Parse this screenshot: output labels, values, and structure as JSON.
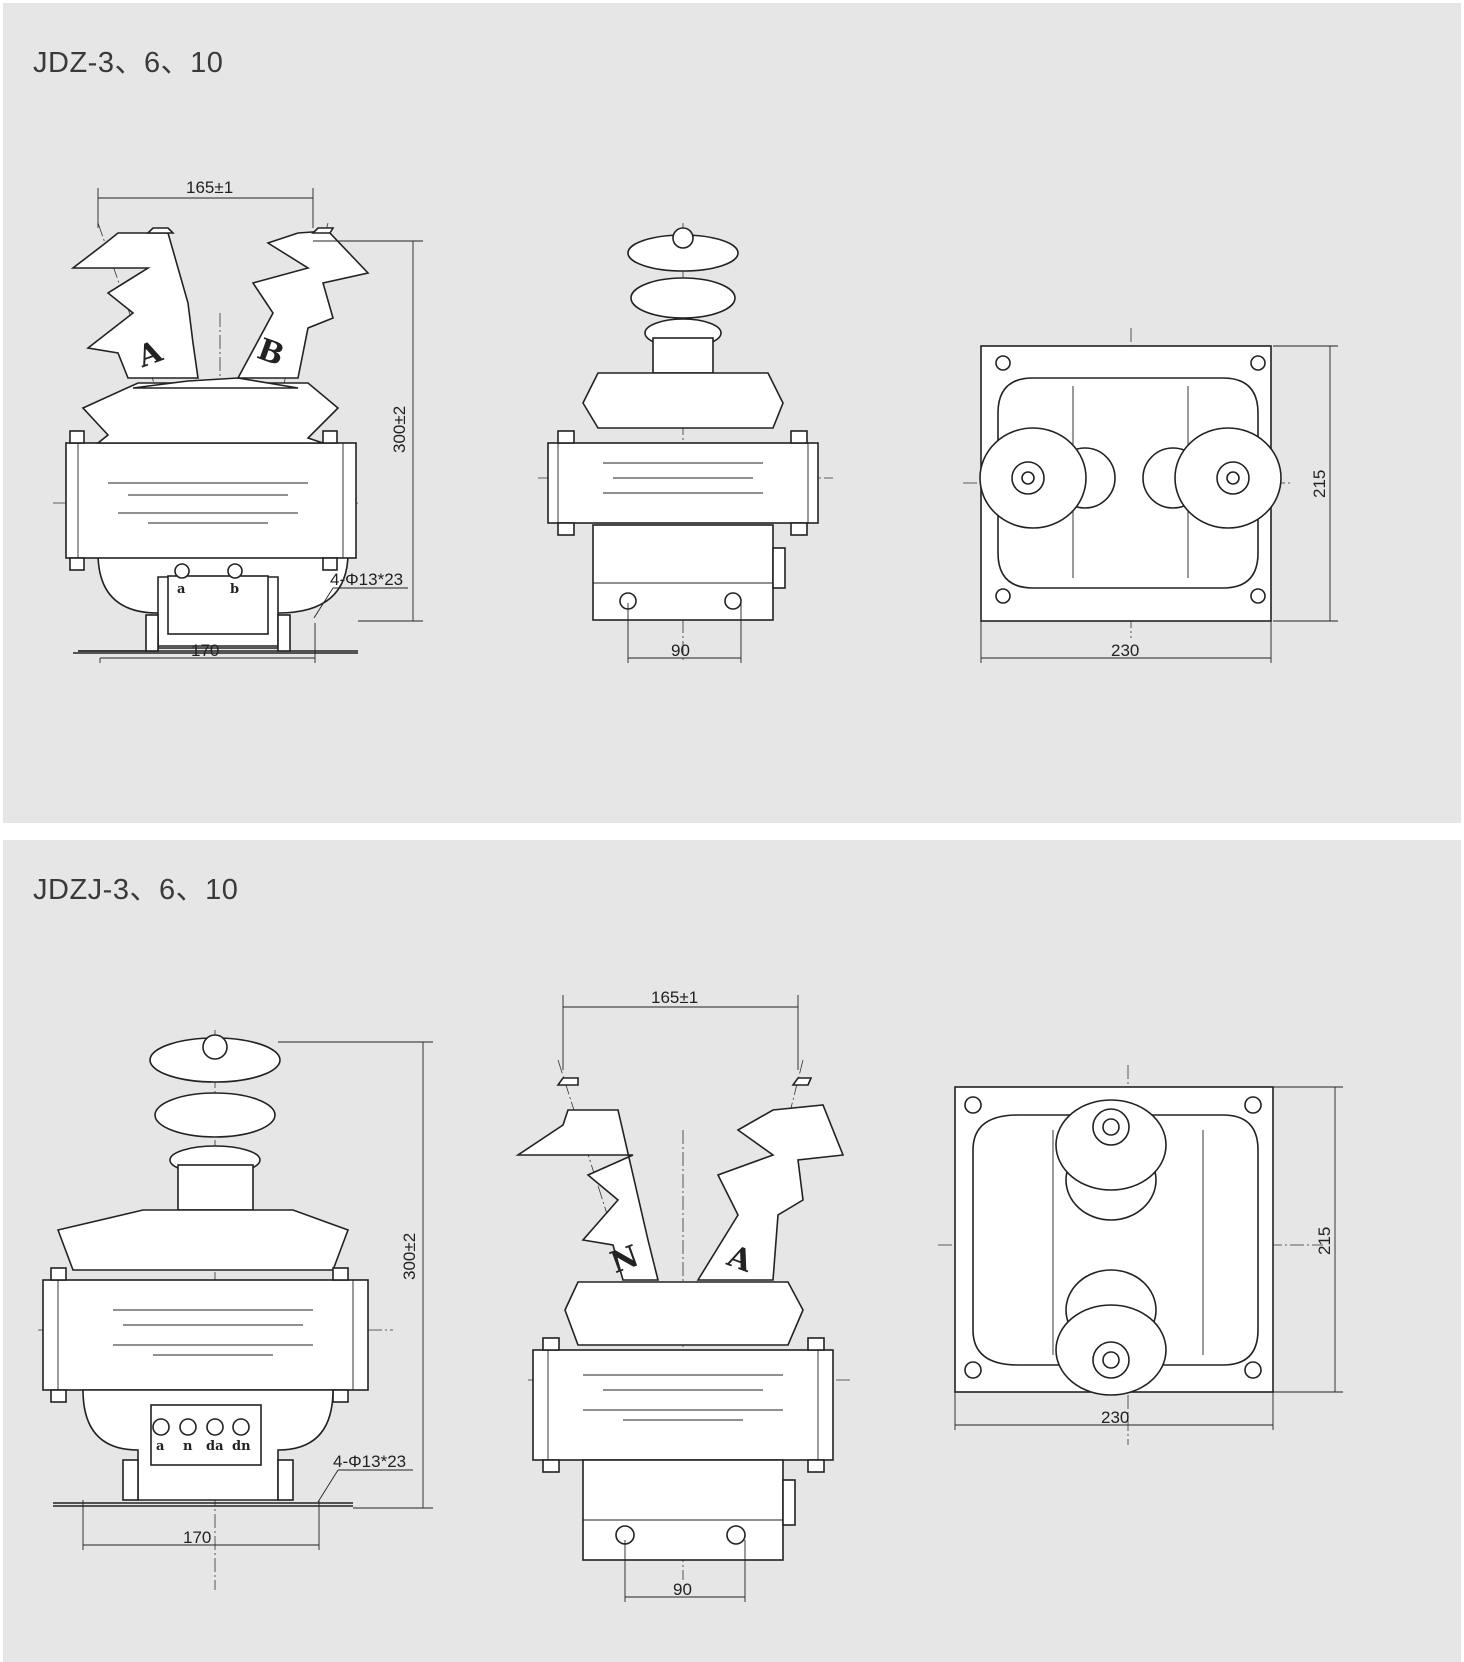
{
  "panels": [
    {
      "title": "JDZ-3、6、10",
      "front": {
        "top_span": "165±1",
        "height": "300±2",
        "holes": "4-Φ13*23",
        "base_width": "170",
        "bushing_labels": [
          "A",
          "B"
        ],
        "terminals": [
          "a",
          "b"
        ]
      },
      "side": {
        "bolt_span": "90"
      },
      "top": {
        "width": "230",
        "depth": "215"
      }
    },
    {
      "title": "JDZJ-3、6、10",
      "front": {
        "height": "300±2",
        "holes": "4-Φ13*23",
        "base_width": "170",
        "terminals": [
          "a",
          "n",
          "da",
          "dn"
        ]
      },
      "side": {
        "top_span": "165±1",
        "bushing_labels": [
          "N",
          "A"
        ],
        "bolt_span": "90"
      },
      "top": {
        "width": "230",
        "depth": "215"
      }
    }
  ]
}
